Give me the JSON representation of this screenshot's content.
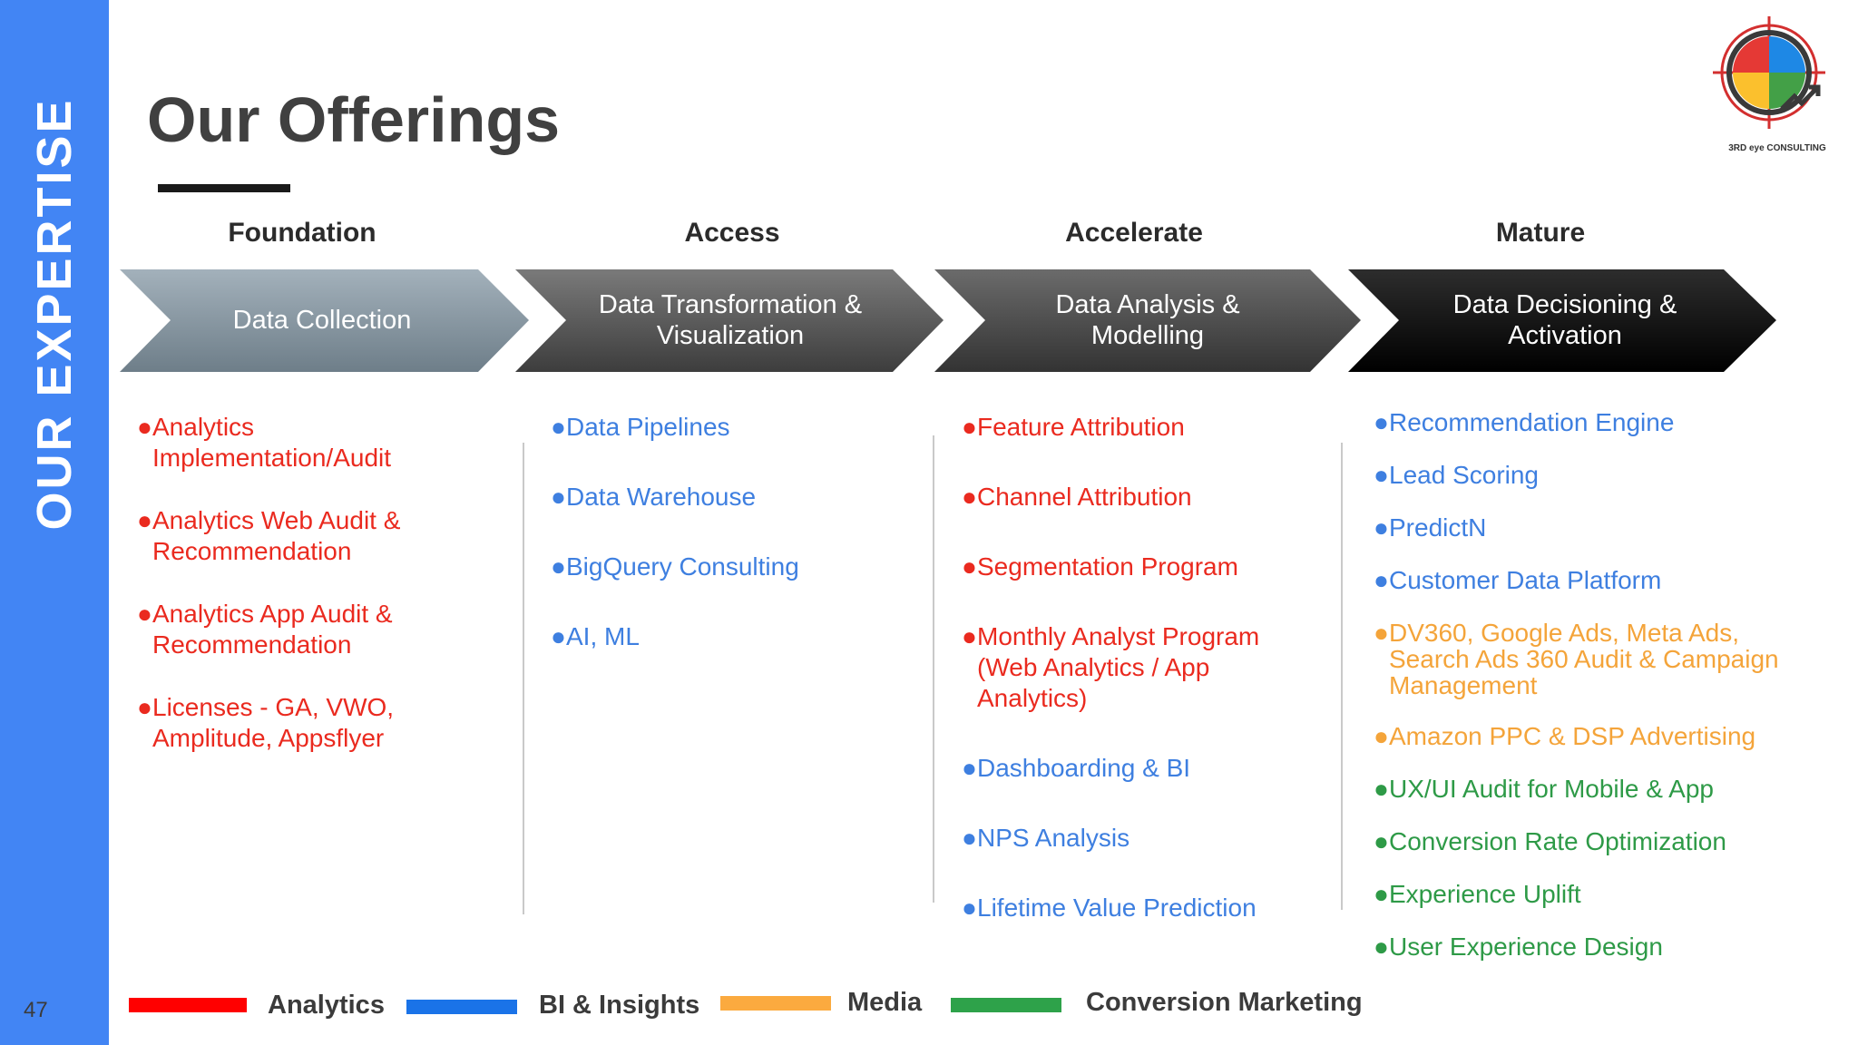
{
  "sidebar": {
    "title": "OUR  EXPERTISE",
    "page_number": "47"
  },
  "header": {
    "title": "Our Offerings"
  },
  "logo": {
    "text": "3RD eye CONSULTING",
    "colors": [
      "#e53935",
      "#1e88e5",
      "#fbc02d",
      "#43a047"
    ]
  },
  "stages": [
    {
      "name": "Foundation",
      "label": "Data Collection"
    },
    {
      "name": "Access",
      "label": "Data Transformation & Visualization"
    },
    {
      "name": "Accelerate",
      "label": "Data Analysis & Modelling"
    },
    {
      "name": "Mature",
      "label": "Data Decisioning & Activation"
    }
  ],
  "columns": [
    {
      "items": [
        {
          "text": "Analytics Implementation/Audit",
          "category": "Analytics"
        },
        {
          "text": "Analytics Web Audit & Recommendation",
          "category": "Analytics"
        },
        {
          "text": "Analytics App Audit & Recommendation",
          "category": "Analytics"
        },
        {
          "text": "Licenses - GA, VWO, Amplitude, Appsflyer",
          "category": "Analytics"
        }
      ]
    },
    {
      "items": [
        {
          "text": "Data Pipelines",
          "category": "BI & Insights"
        },
        {
          "text": "Data Warehouse",
          "category": "BI & Insights"
        },
        {
          "text": "BigQuery Consulting",
          "category": "BI & Insights"
        },
        {
          "text": "AI, ML",
          "category": "BI & Insights"
        }
      ]
    },
    {
      "items": [
        {
          "text": "Feature Attribution",
          "category": "Analytics"
        },
        {
          "text": "Channel Attribution",
          "category": "Analytics"
        },
        {
          "text": "Segmentation Program",
          "category": "Analytics"
        },
        {
          "text": "Monthly Analyst Program (Web Analytics / App Analytics)",
          "category": "Analytics"
        },
        {
          "text": "Dashboarding & BI",
          "category": "BI & Insights"
        },
        {
          "text": "NPS Analysis",
          "category": "BI & Insights"
        },
        {
          "text": "Lifetime Value Prediction",
          "category": "BI & Insights"
        }
      ]
    },
    {
      "items": [
        {
          "text": "Recommendation Engine",
          "category": "BI & Insights"
        },
        {
          "text": "Lead Scoring",
          "category": "BI & Insights"
        },
        {
          "text": "PredictN",
          "category": "BI & Insights"
        },
        {
          "text": "Customer Data Platform",
          "category": "BI & Insights"
        },
        {
          "text": "DV360, Google Ads, Meta Ads, Search Ads 360 Audit & Campaign Management",
          "category": "Media"
        },
        {
          "text": "Amazon PPC & DSP Advertising",
          "category": "Media"
        },
        {
          "text": "UX/UI Audit for Mobile & App",
          "category": "Conversion Marketing"
        },
        {
          "text": "Conversion Rate Optimization",
          "category": "Conversion Marketing"
        },
        {
          "text": "Experience Uplift",
          "category": "Conversion Marketing"
        },
        {
          "text": "User Experience Design",
          "category": "Conversion Marketing"
        }
      ]
    }
  ],
  "legend": [
    {
      "label": "Analytics",
      "color": "#ff0000"
    },
    {
      "label": "BI & Insights",
      "color": "#1a73e8"
    },
    {
      "label": "Media",
      "color": "#fbaa3f"
    },
    {
      "label": "Conversion Marketing",
      "color": "#2ea24a"
    }
  ],
  "bullet": "●"
}
